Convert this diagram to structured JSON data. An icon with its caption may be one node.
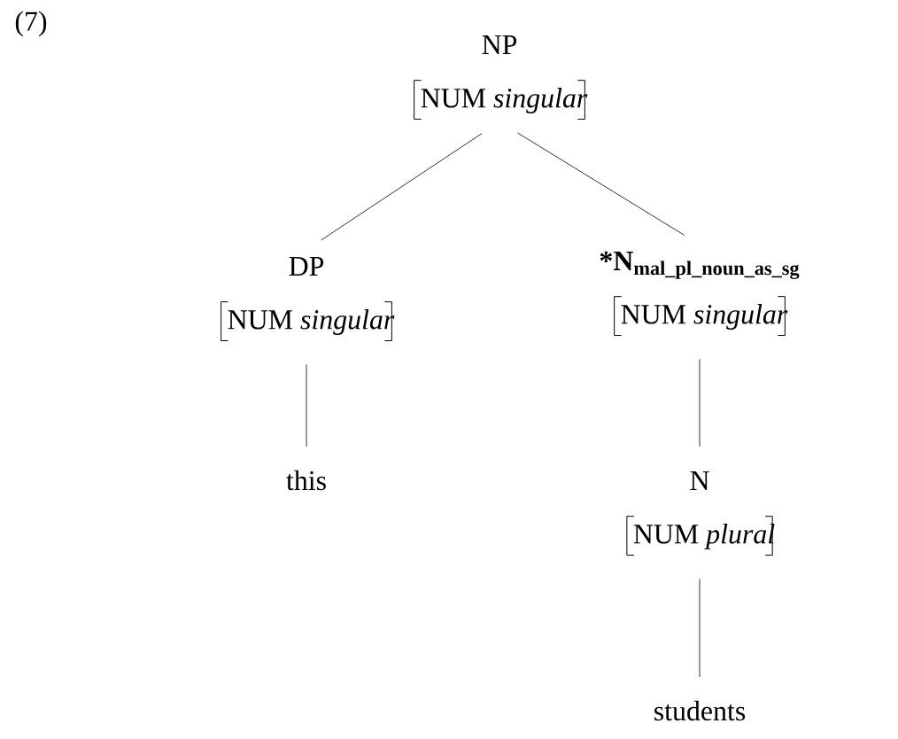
{
  "diagram": {
    "nodes": [
      {
        "text": [
          "NP",
          "NUM *singular*"
        ]
      },
      {
        "text": [
          "DP",
          "NUM *singular*"
        ]
      },
      {
        "text": [
          "\\textbf{*N}_{\\text{\\textbf{mal\\_pl\\_noun\\_as\\_sg}}}",
          "NUM *singular*"
        ]
      },
      {
        "text": [
          "this"
        ]
      },
      {
        "text": [
          "N",
          "NUM *plural*"
        ]
      },
      {
        "text": [
          "students"
        ]
      }
    ],
    "edges": [
      {
        "from": 0,
        "to": 1,
        "arrow": "none"
      },
      {
        "from": 0,
        "to": 2,
        "arrow": "none"
      },
      {
        "from": 1,
        "to": 3,
        "arrow": "none"
      },
      {
        "from": 2,
        "to": 4,
        "arrow": "none"
      },
      {
        "from": 4,
        "to": 5,
        "arrow": "none"
      }
    ],
    "labels": [
      "(7)"
    ]
  }
}
